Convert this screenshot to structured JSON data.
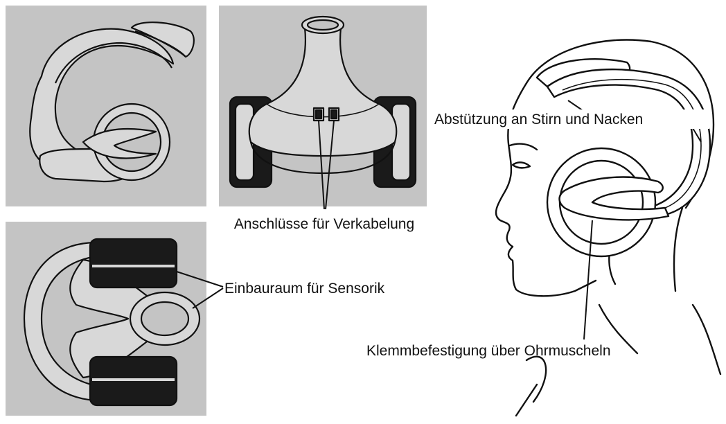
{
  "labels": {
    "connectors": "Anschlüsse für Verkabelung",
    "sensor_space": "Einbauraum für Sensorik",
    "forehead_neck_support": "Abstützung an Stirn und Nacken",
    "ear_clamp": "Klemmbefestigung über Ohrmuscheln"
  },
  "colors": {
    "panel_bg": "#c4c4c4",
    "line": "#111111",
    "pad_fill": "#1a1a1a",
    "device_fill": "#dcdcdc"
  }
}
